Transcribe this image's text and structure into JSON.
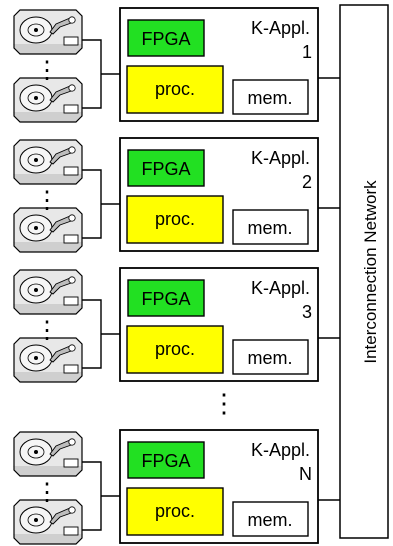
{
  "network_label": "Interconnection Network",
  "vertical_ellipsis": "⋮",
  "between_nodes_ellipsis": "⋮",
  "nodes": [
    {
      "title": "K-Appl.",
      "index": "1",
      "fpga_label": "FPGA",
      "proc_label": "proc.",
      "mem_label": "mem."
    },
    {
      "title": "K-Appl.",
      "index": "2",
      "fpga_label": "FPGA",
      "proc_label": "proc.",
      "mem_label": "mem."
    },
    {
      "title": "K-Appl.",
      "index": "3",
      "fpga_label": "FPGA",
      "proc_label": "proc.",
      "mem_label": "mem."
    },
    {
      "title": "K-Appl.",
      "index": "N",
      "fpga_label": "FPGA",
      "proc_label": "proc.",
      "mem_label": "mem."
    }
  ],
  "colors": {
    "fpga_fill": "#22e022",
    "proc_fill": "#ffff00",
    "mem_fill": "#ffffff",
    "disk_fill": "#e8e8e8",
    "line": "#000000"
  },
  "icons": {
    "disk": "hard-disk-icon"
  }
}
